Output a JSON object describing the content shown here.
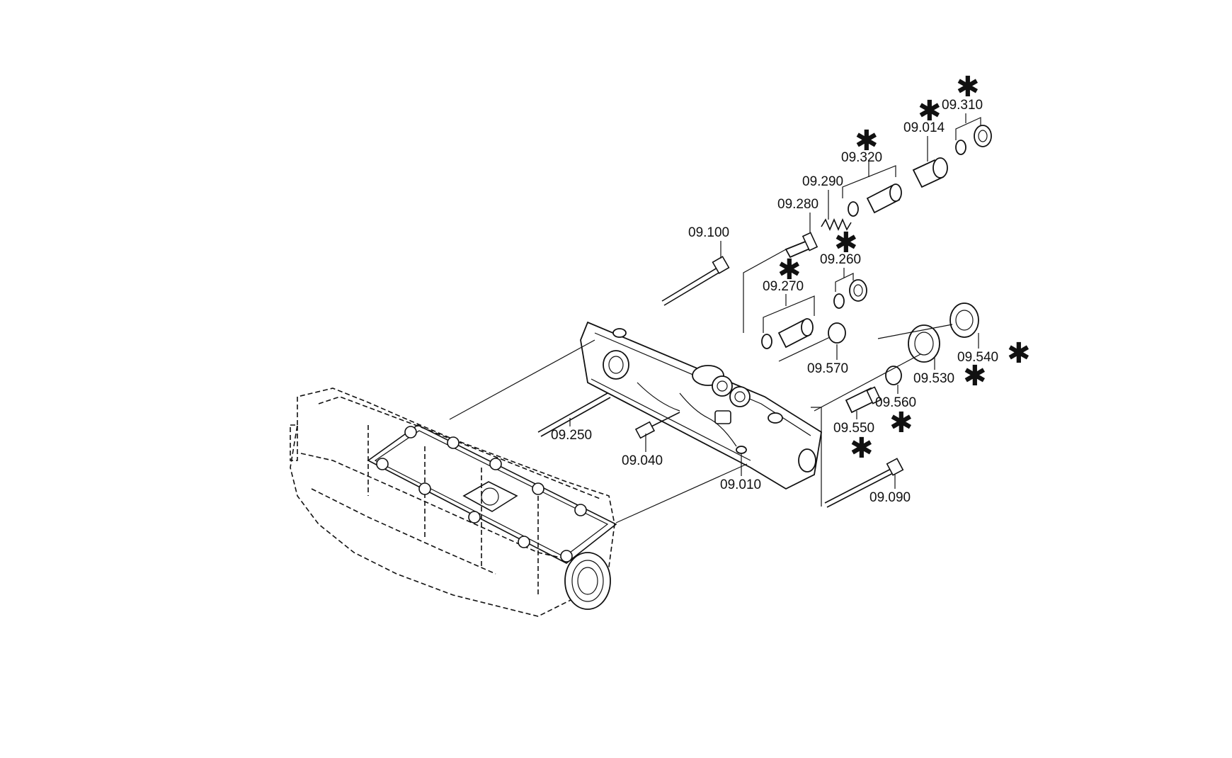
{
  "labels": {
    "p09_100": "09.100",
    "p09_280": "09.280",
    "p09_290": "09.290",
    "p09_320": "09.320",
    "p09_014": "09.014",
    "p09_310": "09.310",
    "p09_260": "09.260",
    "p09_270": "09.270",
    "p09_570": "09.570",
    "p09_540": "09.540",
    "p09_530": "09.530",
    "p09_560": "09.560",
    "p09_550": "09.550",
    "p09_250": "09.250",
    "p09_040": "09.040",
    "p09_010": "09.010",
    "p09_090": "09.090"
  },
  "marker": "✱",
  "colors": {
    "line": "#111111",
    "background": "#ffffff"
  }
}
